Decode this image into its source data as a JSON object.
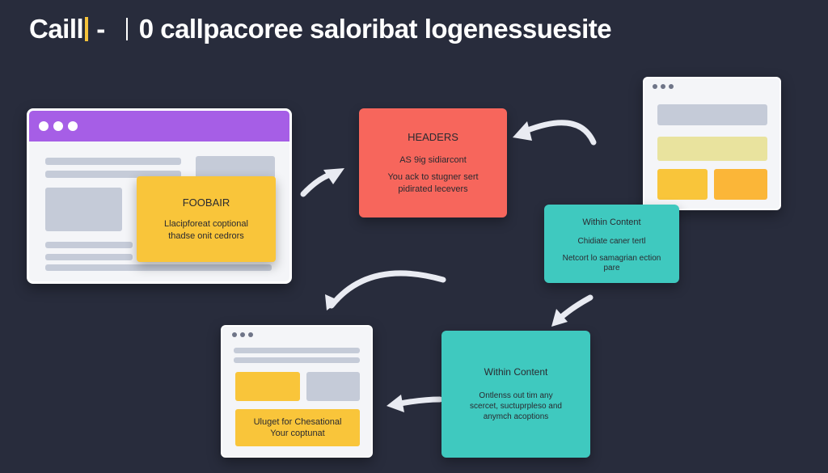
{
  "header": {
    "brand": "Caill",
    "dash": "-",
    "title": "0 callpacoree saloribat logenessuesite"
  },
  "windows": {
    "main": {
      "note_title": "FOOBAIR",
      "note_lines": [
        "Llacipforeat coptional",
        "thadse onit cedrors"
      ]
    },
    "bottom": {
      "note_lines": [
        "Uluget for Chesational",
        "Your coptunat"
      ]
    }
  },
  "cards": {
    "headers": {
      "title": "HEADERS",
      "lines": [
        "AS 9ig sidiarcont",
        "You ack to stugner sert",
        "pidirated lecevers"
      ]
    },
    "within_top": {
      "title": "Within Content",
      "lines": [
        "Chidiate caner tertl",
        "Netcort lo samagrian ection",
        "pare"
      ]
    },
    "within_bottom": {
      "title": "Within Content",
      "lines": [
        "Ontlenss out tim any",
        "scercet, suctuprpleso and",
        "anymch acoptions"
      ]
    }
  },
  "colors": {
    "background": "#282c3c",
    "purple_bar": "#a65ee6",
    "coral": "#f7665c",
    "teal": "#3fc9bf",
    "yellow": "#f9c53a"
  }
}
